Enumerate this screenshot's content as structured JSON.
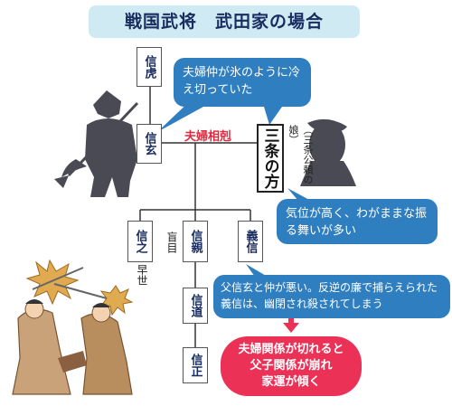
{
  "title": "戦国武将　武田家の場合",
  "nodes": {
    "nobutora": "信虎",
    "shingen": "信玄",
    "sanjo": "三条の方",
    "sanjo_note": "（三条公頼の娘）",
    "nobuyuki": "信之",
    "nobuchika": "信親",
    "yoshinobu": "義信",
    "nobumichi": "信道",
    "nobumasa": "信正"
  },
  "annotations": {
    "hayaji": "早世",
    "momoku": "盲目"
  },
  "relation_label": "夫婦相剋",
  "bubbles": {
    "couple": "夫婦仲が氷のように冷え切っていた",
    "sanjo_character": "気位が高く、わがままな振る舞いが多い",
    "yoshinobu_fate": "父信玄と仲が悪い。反逆の廉で捕らえられた義信は、幽閉され殺されてしまう"
  },
  "conclusion": [
    "夫婦関係が切れると",
    "父子関係が崩れ",
    "家運が傾く"
  ],
  "colors": {
    "title_bg": "#cfeaf2",
    "bubble": "#2f7fc0",
    "conclusion": "#ec3157",
    "relation": "#e2263b",
    "silhouette": "#4a4a55"
  }
}
